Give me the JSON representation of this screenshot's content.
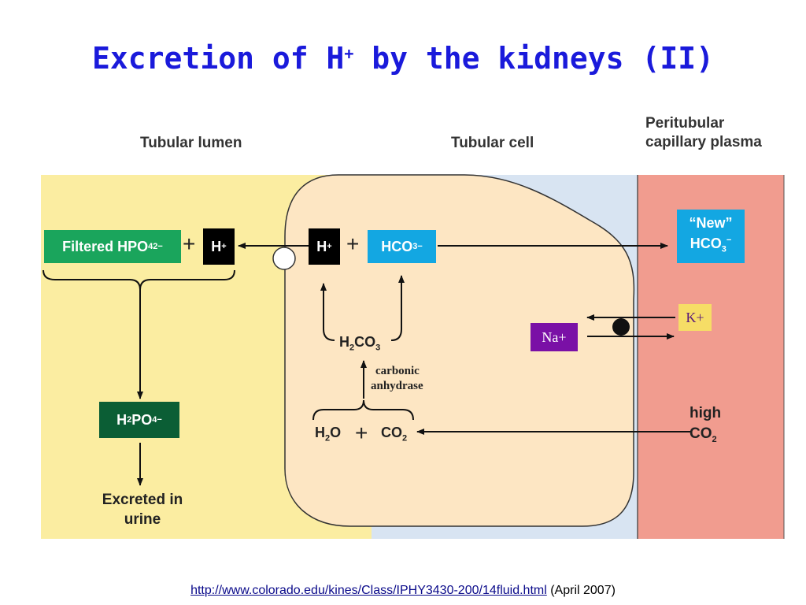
{
  "title": {
    "main": "Excretion of H",
    "sup": "+",
    "rest": " by the kidneys (II)"
  },
  "regions": {
    "lumen": "Tubular lumen",
    "cell": "Tubular cell",
    "plasma_line1": "Peritubular",
    "plasma_line2": "capillary plasma"
  },
  "molecules": {
    "filtered_hpo4": {
      "text": "Filtered HPO",
      "sub": "4",
      "sup": "2−"
    },
    "h_plus_lumen": {
      "text": "H",
      "sup": "+"
    },
    "h_plus_cell": {
      "text": "H",
      "sup": "+"
    },
    "hco3_cell": {
      "text": "HCO",
      "sub": "3",
      "sup": "−"
    },
    "new_hco3_line1": "“New”",
    "new_hco3_line2": {
      "text": "HCO",
      "sub": "3",
      "sup": "−"
    },
    "h2co3": {
      "a": "H",
      "sub1": "2",
      "b": "CO",
      "sub2": "3"
    },
    "h2po4": {
      "a": "H",
      "sub1": "2",
      "b": "PO",
      "sub2": "4",
      "sup": "−"
    },
    "excreted_line1": "Excreted in",
    "excreted_line2": "urine",
    "h2o": {
      "a": "H",
      "sub": "2",
      "b": "O"
    },
    "co2_cell": {
      "a": "CO",
      "sub": "2"
    },
    "high_line1": "high",
    "co2_plasma": {
      "a": "CO",
      "sub": "2"
    },
    "na_plus": "Na+",
    "k_plus": "K+",
    "enzyme_line1": "carbonic",
    "enzyme_line2": "anhydrase"
  },
  "operators": {
    "plus": "+"
  },
  "footer": {
    "url": "http://www.colorado.edu/kines/Class/IPHY3430-200/14fluid.html",
    "date": "(April 2007)"
  },
  "colors": {
    "lumen_bg": "#fbeda1",
    "cell_region_bg": "#d8e4f2",
    "cell_body": "#fde6c3",
    "plasma_bg": "#f19c8f",
    "green_box": "#1aa55c",
    "dark_green_box": "#0b5e35",
    "cyan_box": "#13a7e2",
    "black_box": "#000000",
    "na_box": "#7a10a6",
    "k_box": "#f6dd66",
    "title": "#1a1adb"
  }
}
